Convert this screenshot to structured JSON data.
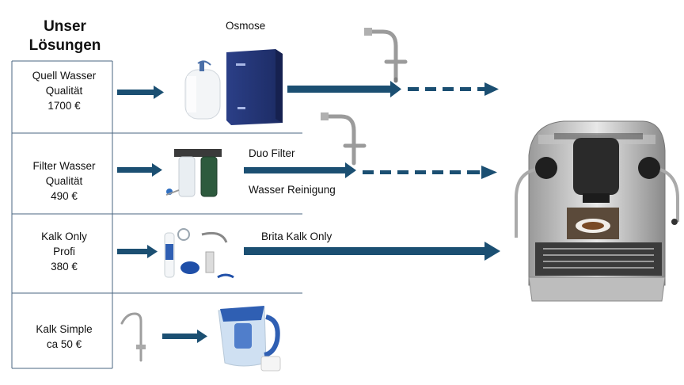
{
  "title": "Unser Lösungen",
  "rows": [
    {
      "name": "Quell Wasser",
      "line2": "Qualität",
      "price": "1700 €"
    },
    {
      "name": "Filter Wasser",
      "line2": "Qualität",
      "price": "490 €"
    },
    {
      "name": "Kalk Only",
      "line2": "Profi",
      "price": "380 €"
    },
    {
      "name": "Kalk Simple",
      "line2": "ca 50 €",
      "price": ""
    }
  ],
  "labels": {
    "osmose": "Osmose",
    "duo_filter": "Duo Filter",
    "wasser_reinigung": "Wasser Reinigung",
    "brita": "Brita Kalk Only"
  },
  "colors": {
    "arrow": "#1b4f72",
    "line": "#1b4f72"
  }
}
